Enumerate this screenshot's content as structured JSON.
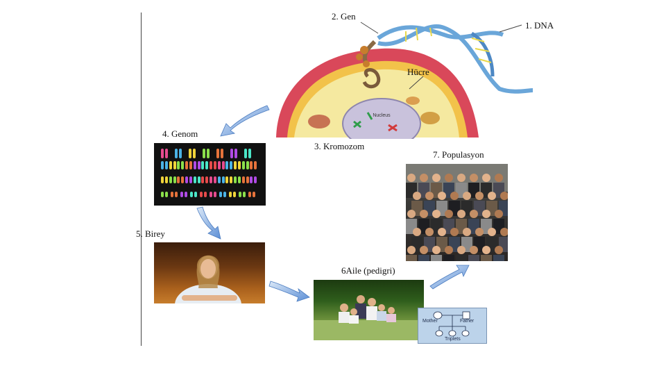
{
  "labels": {
    "gen": "2. Gen",
    "dna": "1. DNA",
    "hucre": "Hücre",
    "nucleus": "Nucleus",
    "genom": "4. Genom",
    "kromozom": "3. Kromozom",
    "populasyon": "7.  Populasyon",
    "birey": "5. Birey",
    "aile": "6Aile (pedigri)"
  },
  "pedigree": {
    "mother": "Mother",
    "father": "Father",
    "triplets": "Triplets"
  },
  "colors": {
    "arrow": "#5c8fd6",
    "cell_membrane": "#d9485a",
    "cytoplasm": "#f5e9a0",
    "nucleus": "#c9c2dc",
    "dna_helix": "#6aa6d9"
  }
}
